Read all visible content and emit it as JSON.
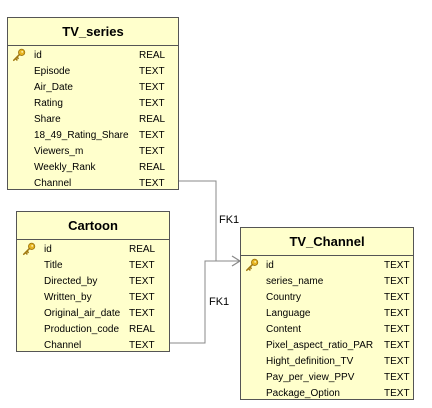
{
  "tables": {
    "tv_series": {
      "title": "TV_series",
      "columns": [
        {
          "name": "id",
          "type": "REAL",
          "pk": true
        },
        {
          "name": "Episode",
          "type": "TEXT"
        },
        {
          "name": "Air_Date",
          "type": "TEXT"
        },
        {
          "name": "Rating",
          "type": "TEXT"
        },
        {
          "name": "Share",
          "type": "REAL"
        },
        {
          "name": "18_49_Rating_Share",
          "type": "TEXT"
        },
        {
          "name": "Viewers_m",
          "type": "TEXT"
        },
        {
          "name": "Weekly_Rank",
          "type": "REAL"
        },
        {
          "name": "Channel",
          "type": "TEXT"
        }
      ]
    },
    "cartoon": {
      "title": "Cartoon",
      "columns": [
        {
          "name": "id",
          "type": "REAL",
          "pk": true
        },
        {
          "name": "Title",
          "type": "TEXT"
        },
        {
          "name": "Directed_by",
          "type": "TEXT"
        },
        {
          "name": "Written_by",
          "type": "TEXT"
        },
        {
          "name": "Original_air_date",
          "type": "TEXT"
        },
        {
          "name": "Production_code",
          "type": "REAL"
        },
        {
          "name": "Channel",
          "type": "TEXT"
        }
      ]
    },
    "tv_channel": {
      "title": "TV_Channel",
      "columns": [
        {
          "name": "id",
          "type": "TEXT",
          "pk": true
        },
        {
          "name": "series_name",
          "type": "TEXT"
        },
        {
          "name": "Country",
          "type": "TEXT"
        },
        {
          "name": "Language",
          "type": "TEXT"
        },
        {
          "name": "Content",
          "type": "TEXT"
        },
        {
          "name": "Pixel_aspect_ratio_PAR",
          "type": "TEXT"
        },
        {
          "name": "Hight_definition_TV",
          "type": "TEXT"
        },
        {
          "name": "Pay_per_view_PPV",
          "type": "TEXT"
        },
        {
          "name": "Package_Option",
          "type": "TEXT"
        }
      ]
    }
  },
  "relations": [
    {
      "label": "FK1",
      "from": "TV_series.Channel",
      "to": "TV_Channel.id"
    },
    {
      "label": "FK1",
      "from": "Cartoon.Channel",
      "to": "TV_Channel.id"
    }
  ],
  "colors": {
    "table_fill": "#ffffcc",
    "border": "#555555",
    "connector": "#888888",
    "key_icon": "#e6b422"
  },
  "icons": {
    "primary_key": "key-icon"
  }
}
